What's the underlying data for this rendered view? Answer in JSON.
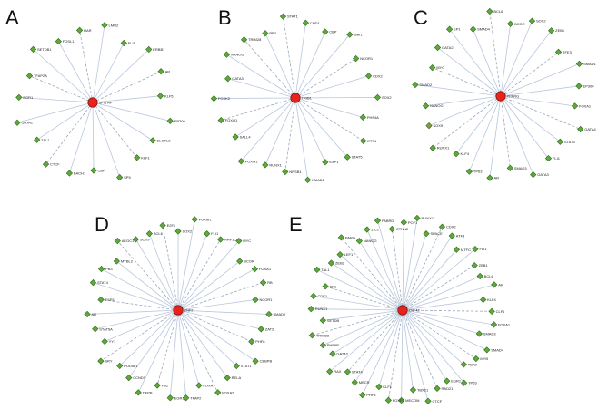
{
  "panels": [
    {
      "letter": "A",
      "hub": "SPI1 AP",
      "nodes": [
        "RAR",
        "LMO2",
        "FLI1",
        "ERBB1",
        "AR",
        "KLF5",
        "EP300",
        "ELOTL2",
        "KLF1",
        "SP5",
        "CBF",
        "BACH1",
        "CTCF",
        "TAL1",
        "GATA1",
        "EGR1",
        "TFAP2A",
        "SETDB1",
        "FOSL1"
      ]
    },
    {
      "letter": "B",
      "hub": "TRIB1",
      "nodes": [
        "STAT1",
        "CHD1",
        "CBP",
        "BMI1",
        "NCOR1",
        "CDX2",
        "SOX2",
        "PHF4A",
        "ETS1",
        "STAT5",
        "EXP1",
        "KMAD2",
        "NRSB1",
        "RUNX1",
        "FOXM1",
        "SALL4",
        "FOXO1",
        "FOXK2",
        "GATA3",
        "NANOG",
        "TRIM28",
        "PB2"
      ]
    },
    {
      "letter": "C",
      "hub": "PPARG",
      "nodes": [
        "BCL6",
        "BCOR",
        "SOX2",
        "ZEB1",
        "TFE3",
        "SMAD1",
        "EP300",
        "FOXA1",
        "GATA4",
        "STAT3",
        "FLI1",
        "GATA3",
        "SMAD3",
        "AR",
        "TP63",
        "KLF4",
        "RUNX1",
        "SOX9",
        "NANOG",
        "SMAD2",
        "MYC",
        "GATA2",
        "EP1",
        "SMAD4"
      ]
    },
    {
      "letter": "D",
      "hub": "ZNF2",
      "nodes": [
        "E2F1",
        "SOX2",
        "FOXM1",
        "FLI1",
        "RAF1L",
        "MYC",
        "BCOR",
        "FOXA1",
        "RB",
        "NCOR1",
        "SMAD2",
        "ZAT2",
        "PHF8",
        "CEBPB",
        "STAT1",
        "RELA",
        "FOXA2",
        "FOXA",
        "TFAP2",
        "EGR1",
        "PB2",
        "DEPB",
        "CCND1",
        "POU5F1",
        "SRY",
        "YY1",
        "STAT5A",
        "AR",
        "ESR1",
        "STAT4",
        "PB3",
        "MYBL2",
        "AEGC1",
        "SOX9",
        "BCL6"
      ]
    },
    {
      "letter": "E",
      "hub": "ZNF42",
      "nodes": [
        "CTNN2",
        "POF1",
        "RUNX1",
        "SPACE",
        "CDX2",
        "ATF3",
        "MTFC",
        "FLI1",
        "ZEB1",
        "BCL6",
        "AR",
        "KLF4",
        "CLF1",
        "FOXA1",
        "SMAD3",
        "SMAD4",
        "MYB",
        "TBX2",
        "TP53",
        "EGR1",
        "RAD21",
        "CTCF",
        "TBX21",
        "MECOM",
        "FOXP1",
        "KLF1",
        "PHF8",
        "MECR",
        "STAT4",
        "RAX",
        "GATA2",
        "PHF8R",
        "TRIM28",
        "SETDB",
        "RUNX1",
        "CDK1",
        "EP1",
        "TAL1",
        "ZEB2",
        "LEF1",
        "PARG",
        "NANOG",
        "ZIC1",
        "FABRD"
      ]
    }
  ]
}
